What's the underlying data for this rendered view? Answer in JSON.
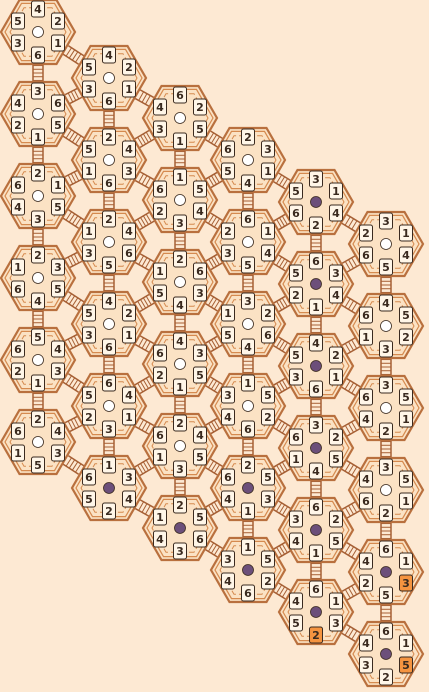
{
  "colors": {
    "background": "#fde9d3",
    "hex_fill": "#fbe2c4",
    "hex_outline": "#b9703e",
    "hex_inner": "#d58a4f",
    "tile_fill": "#fff6e8",
    "tile_stroke": "#3a2a1f",
    "tile_highlight": "#f59440",
    "center_white": "#ffffff",
    "center_purple": "#6c4f7a",
    "connector": "#a65f34"
  },
  "puzzle": {
    "columns": [
      {
        "cells": [
          {
            "tiles": [
              "4",
              "2",
              "1",
              "6",
              "3",
              "5"
            ],
            "center": "white"
          },
          {
            "tiles": [
              "3",
              "6",
              "5",
              "1",
              "2",
              "4"
            ],
            "center": "white"
          },
          {
            "tiles": [
              "2",
              "1",
              "5",
              "3",
              "4",
              "6"
            ],
            "center": "white"
          },
          {
            "tiles": [
              "2",
              "3",
              "5",
              "4",
              "6",
              "1"
            ],
            "center": "white"
          },
          {
            "tiles": [
              "5",
              "4",
              "3",
              "1",
              "2",
              "6"
            ],
            "center": "white"
          },
          {
            "tiles": [
              "2",
              "4",
              "3",
              "5",
              "1",
              "6"
            ],
            "center": "white"
          }
        ]
      },
      {
        "cells": [
          {
            "tiles": [
              "4",
              "2",
              "1",
              "6",
              "3",
              "5"
            ],
            "center": "white"
          },
          {
            "tiles": [
              "2",
              "4",
              "3",
              "6",
              "1",
              "5"
            ],
            "center": "white"
          },
          {
            "tiles": [
              "2",
              "4",
              "6",
              "5",
              "3",
              "1"
            ],
            "center": "white"
          },
          {
            "tiles": [
              "4",
              "2",
              "1",
              "6",
              "3",
              "5"
            ],
            "center": "white"
          },
          {
            "tiles": [
              "6",
              "4",
              "1",
              "3",
              "2",
              "5"
            ],
            "center": "white"
          },
          {
            "tiles": [
              "1",
              "3",
              "4",
              "2",
              "5",
              "6"
            ],
            "center": "purple"
          }
        ]
      },
      {
        "cells": [
          {
            "tiles": [
              "6",
              "2",
              "5",
              "1",
              "3",
              "4"
            ],
            "center": "white"
          },
          {
            "tiles": [
              "1",
              "5",
              "4",
              "3",
              "2",
              "6"
            ],
            "center": "white"
          },
          {
            "tiles": [
              "2",
              "6",
              "3",
              "4",
              "5",
              "1"
            ],
            "center": "white"
          },
          {
            "tiles": [
              "4",
              "3",
              "5",
              "1",
              "2",
              "6"
            ],
            "center": "white"
          },
          {
            "tiles": [
              "2",
              "4",
              "5",
              "3",
              "1",
              "6"
            ],
            "center": "white"
          },
          {
            "tiles": [
              "2",
              "5",
              "6",
              "3",
              "4",
              "1"
            ],
            "center": "purple"
          }
        ]
      },
      {
        "cells": [
          {
            "tiles": [
              "2",
              "3",
              "1",
              "4",
              "5",
              "6"
            ],
            "center": "white"
          },
          {
            "tiles": [
              "6",
              "1",
              "4",
              "5",
              "3",
              "2"
            ],
            "center": "white"
          },
          {
            "tiles": [
              "3",
              "2",
              "6",
              "4",
              "5",
              "1"
            ],
            "center": "white"
          },
          {
            "tiles": [
              "1",
              "5",
              "2",
              "6",
              "4",
              "3"
            ],
            "center": "white"
          },
          {
            "tiles": [
              "2",
              "5",
              "3",
              "1",
              "4",
              "6"
            ],
            "center": "purple"
          },
          {
            "tiles": [
              "1",
              "5",
              "2",
              "6",
              "4",
              "3"
            ],
            "center": "purple"
          }
        ]
      },
      {
        "cells": [
          {
            "tiles": [
              "3",
              "1",
              "4",
              "2",
              "6",
              "5"
            ],
            "center": "purple"
          },
          {
            "tiles": [
              "6",
              "3",
              "4",
              "1",
              "2",
              "5"
            ],
            "center": "purple"
          },
          {
            "tiles": [
              "4",
              "2",
              "1",
              "6",
              "3",
              "5"
            ],
            "center": "purple"
          },
          {
            "tiles": [
              "3",
              "2",
              "5",
              "4",
              "1",
              "6"
            ],
            "center": "purple"
          },
          {
            "tiles": [
              "6",
              "2",
              "5",
              "1",
              "4",
              "3"
            ],
            "center": "purple"
          },
          {
            "tiles": [
              "6",
              "1",
              "3",
              "2",
              "5",
              "4"
            ],
            "center": "purple",
            "highlight": 3
          }
        ]
      },
      {
        "cells": [
          {
            "tiles": [
              "3",
              "1",
              "4",
              "5",
              "6",
              "2"
            ],
            "center": "white"
          },
          {
            "tiles": [
              "4",
              "5",
              "2",
              "3",
              "1",
              "6"
            ],
            "center": "white"
          },
          {
            "tiles": [
              "3",
              "5",
              "1",
              "2",
              "4",
              "6"
            ],
            "center": "white"
          },
          {
            "tiles": [
              "3",
              "5",
              "1",
              "2",
              "6",
              "4"
            ],
            "center": "white"
          },
          {
            "tiles": [
              "6",
              "1",
              "3",
              "5",
              "2",
              "4"
            ],
            "center": "purple",
            "highlight": 2
          },
          {
            "tiles": [
              "6",
              "1",
              "5",
              "2",
              "3",
              "4"
            ],
            "center": "purple",
            "highlight": 2
          }
        ]
      }
    ]
  }
}
